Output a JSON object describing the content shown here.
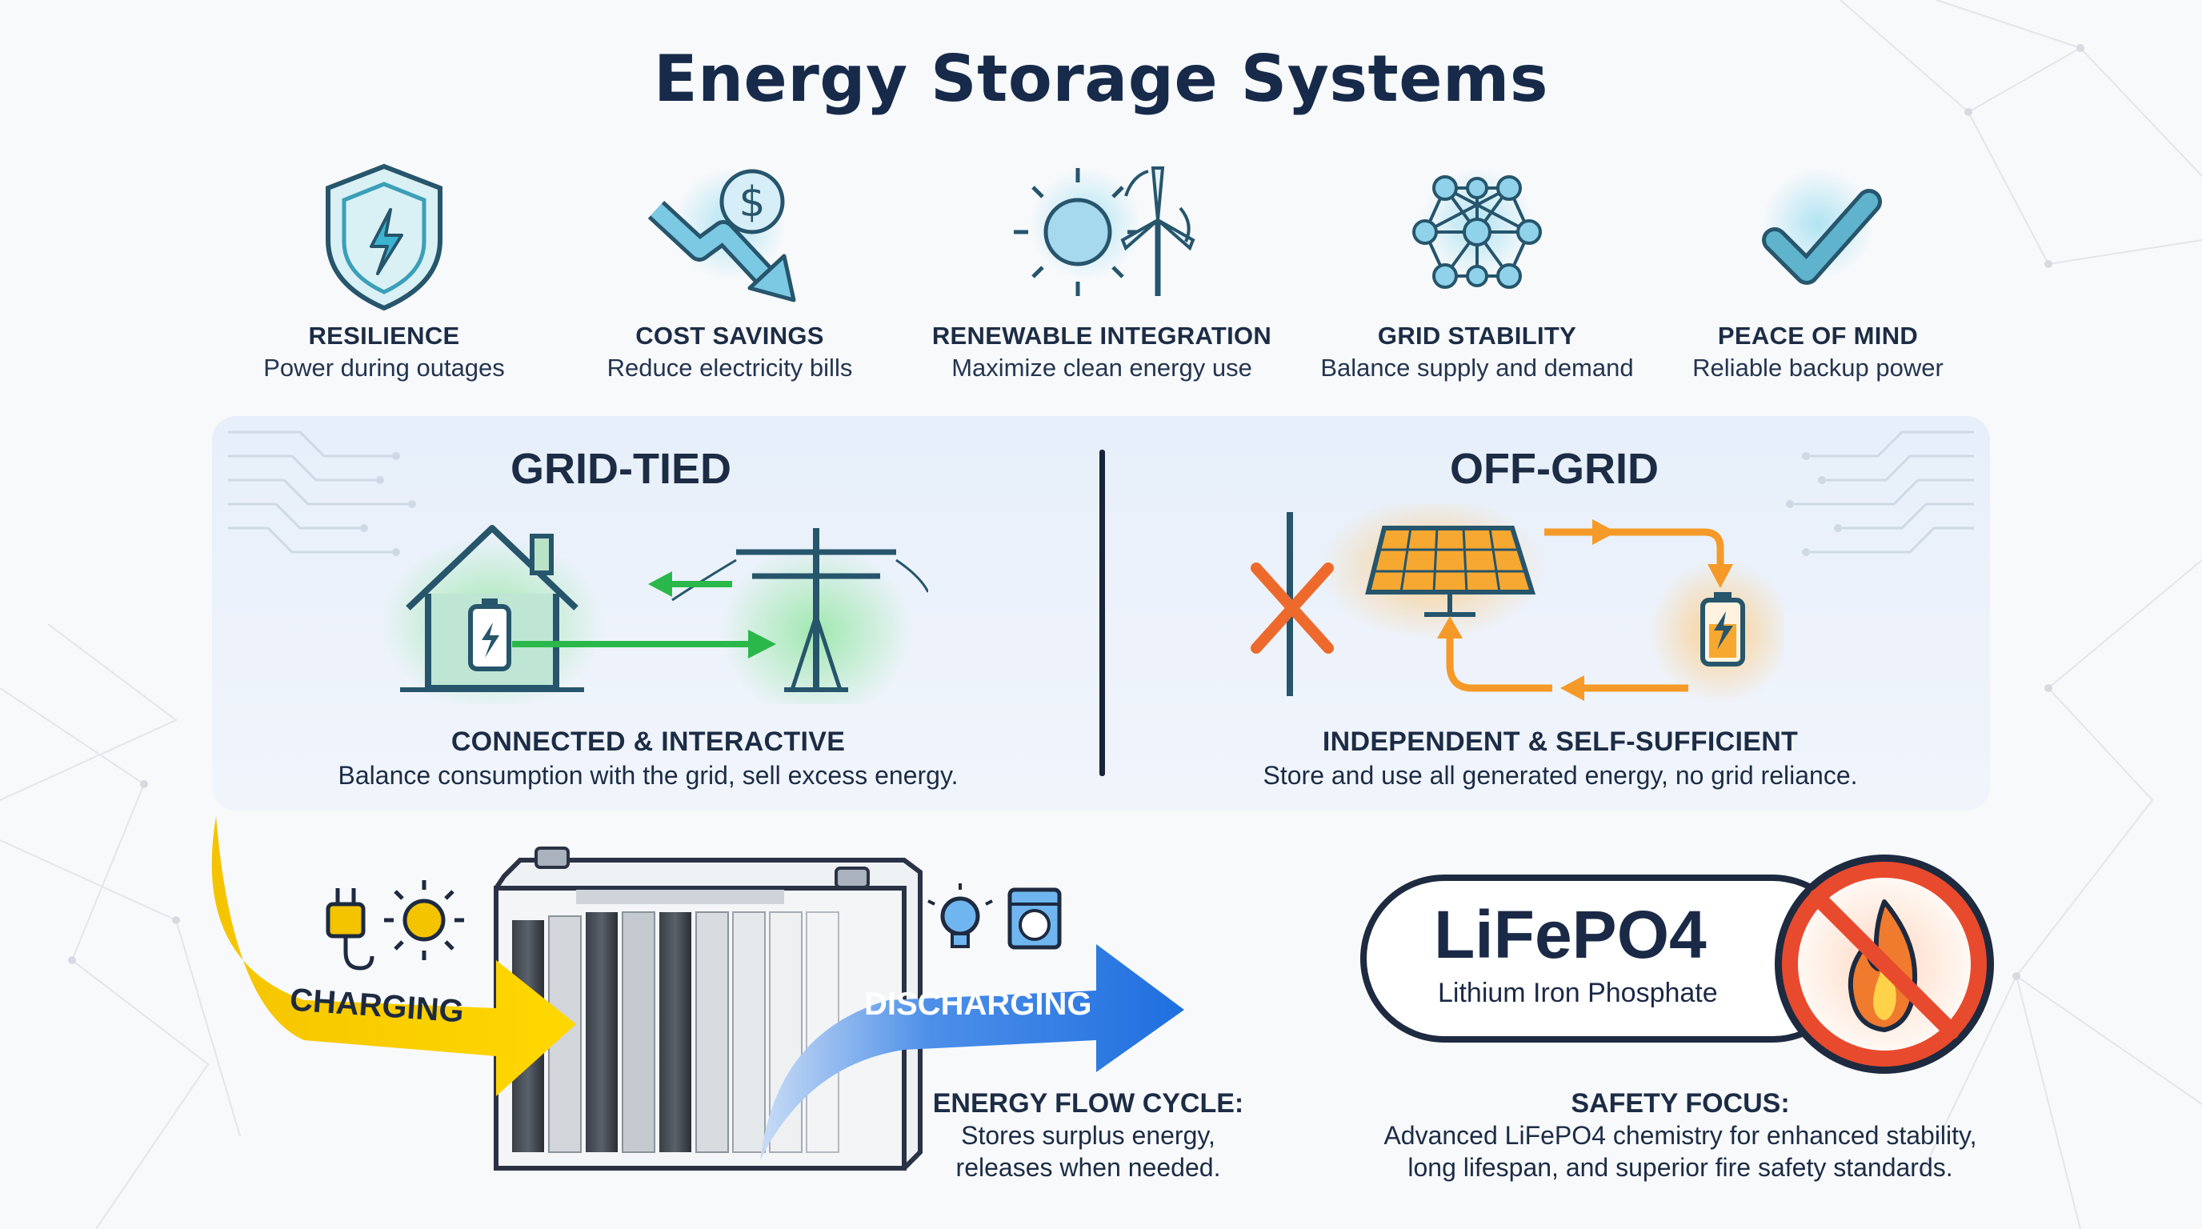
{
  "title": "Energy Storage Systems",
  "benefits": [
    {
      "icon": "shield-bolt-icon",
      "title": "RESILIENCE",
      "subtitle": "Power during outages"
    },
    {
      "icon": "dollar-down-arrow-icon",
      "title": "COST SAVINGS",
      "subtitle": "Reduce electricity bills"
    },
    {
      "icon": "sun-wind-turbine-icon",
      "title": "RENEWABLE INTEGRATION",
      "subtitle": "Maximize clean energy use"
    },
    {
      "icon": "network-grid-icon",
      "title": "GRID STABILITY",
      "subtitle": "Balance supply and demand"
    },
    {
      "icon": "checkmark-icon",
      "title": "PEACE OF MIND",
      "subtitle": "Reliable backup power"
    }
  ],
  "grid_tied": {
    "title": "GRID-TIED",
    "heading": "CONNECTED & INTERACTIVE",
    "description": "Balance consumption with the grid, sell excess energy."
  },
  "off_grid": {
    "title": "OFF-GRID",
    "heading": "INDEPENDENT & SELF-SUFFICIENT",
    "description": "Store and use all generated energy, no grid reliance."
  },
  "energy_flow": {
    "charging_label": "CHARGING",
    "discharging_label": "DISCHARGING",
    "heading": "ENERGY FLOW CYCLE:",
    "line1": "Stores surplus energy,",
    "line2": "releases when needed."
  },
  "lifepo4": {
    "name": "LiFePO4",
    "full_name": "Lithium Iron Phosphate"
  },
  "safety": {
    "heading": "SAFETY FOCUS:",
    "line1": "Advanced LiFePO4 chemistry for enhanced stability,",
    "line2": "long lifespan, and superior fire safety standards."
  },
  "colors": {
    "navy": "#172a4a",
    "grid_green": "#2bb84a",
    "offgrid_orange": "#f59a28",
    "charging_yellow": "#f5c400",
    "discharging_blue": "#1f6fe0",
    "no_fire_red": "#e84a2e"
  }
}
